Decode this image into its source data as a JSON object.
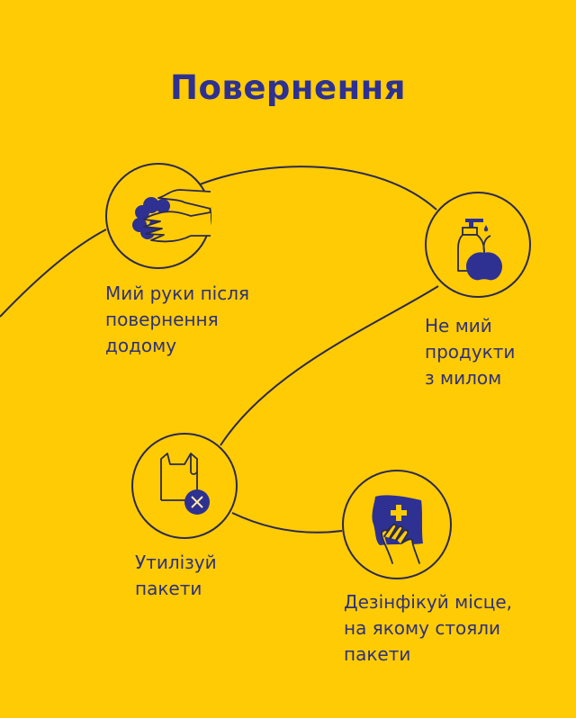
{
  "title": "Повернення",
  "colors": {
    "background": "#FFCB05",
    "accent": "#2E3192",
    "line": "#2B2A4C",
    "text": "#2F3178"
  },
  "steps": [
    {
      "icon": "washing-hands-icon",
      "lines": [
        "Мий руки після",
        "повернення",
        "додому"
      ]
    },
    {
      "icon": "soap-and-apple-icon",
      "lines": [
        "Не мий",
        "продукти",
        "з милом"
      ]
    },
    {
      "icon": "plastic-bag-cross-icon",
      "lines": [
        "Утилізуй",
        "пакети"
      ]
    },
    {
      "icon": "disinfect-cloth-icon",
      "lines": [
        "Дезінфікуй місце,",
        "на якому стояли",
        "пакети"
      ]
    }
  ]
}
